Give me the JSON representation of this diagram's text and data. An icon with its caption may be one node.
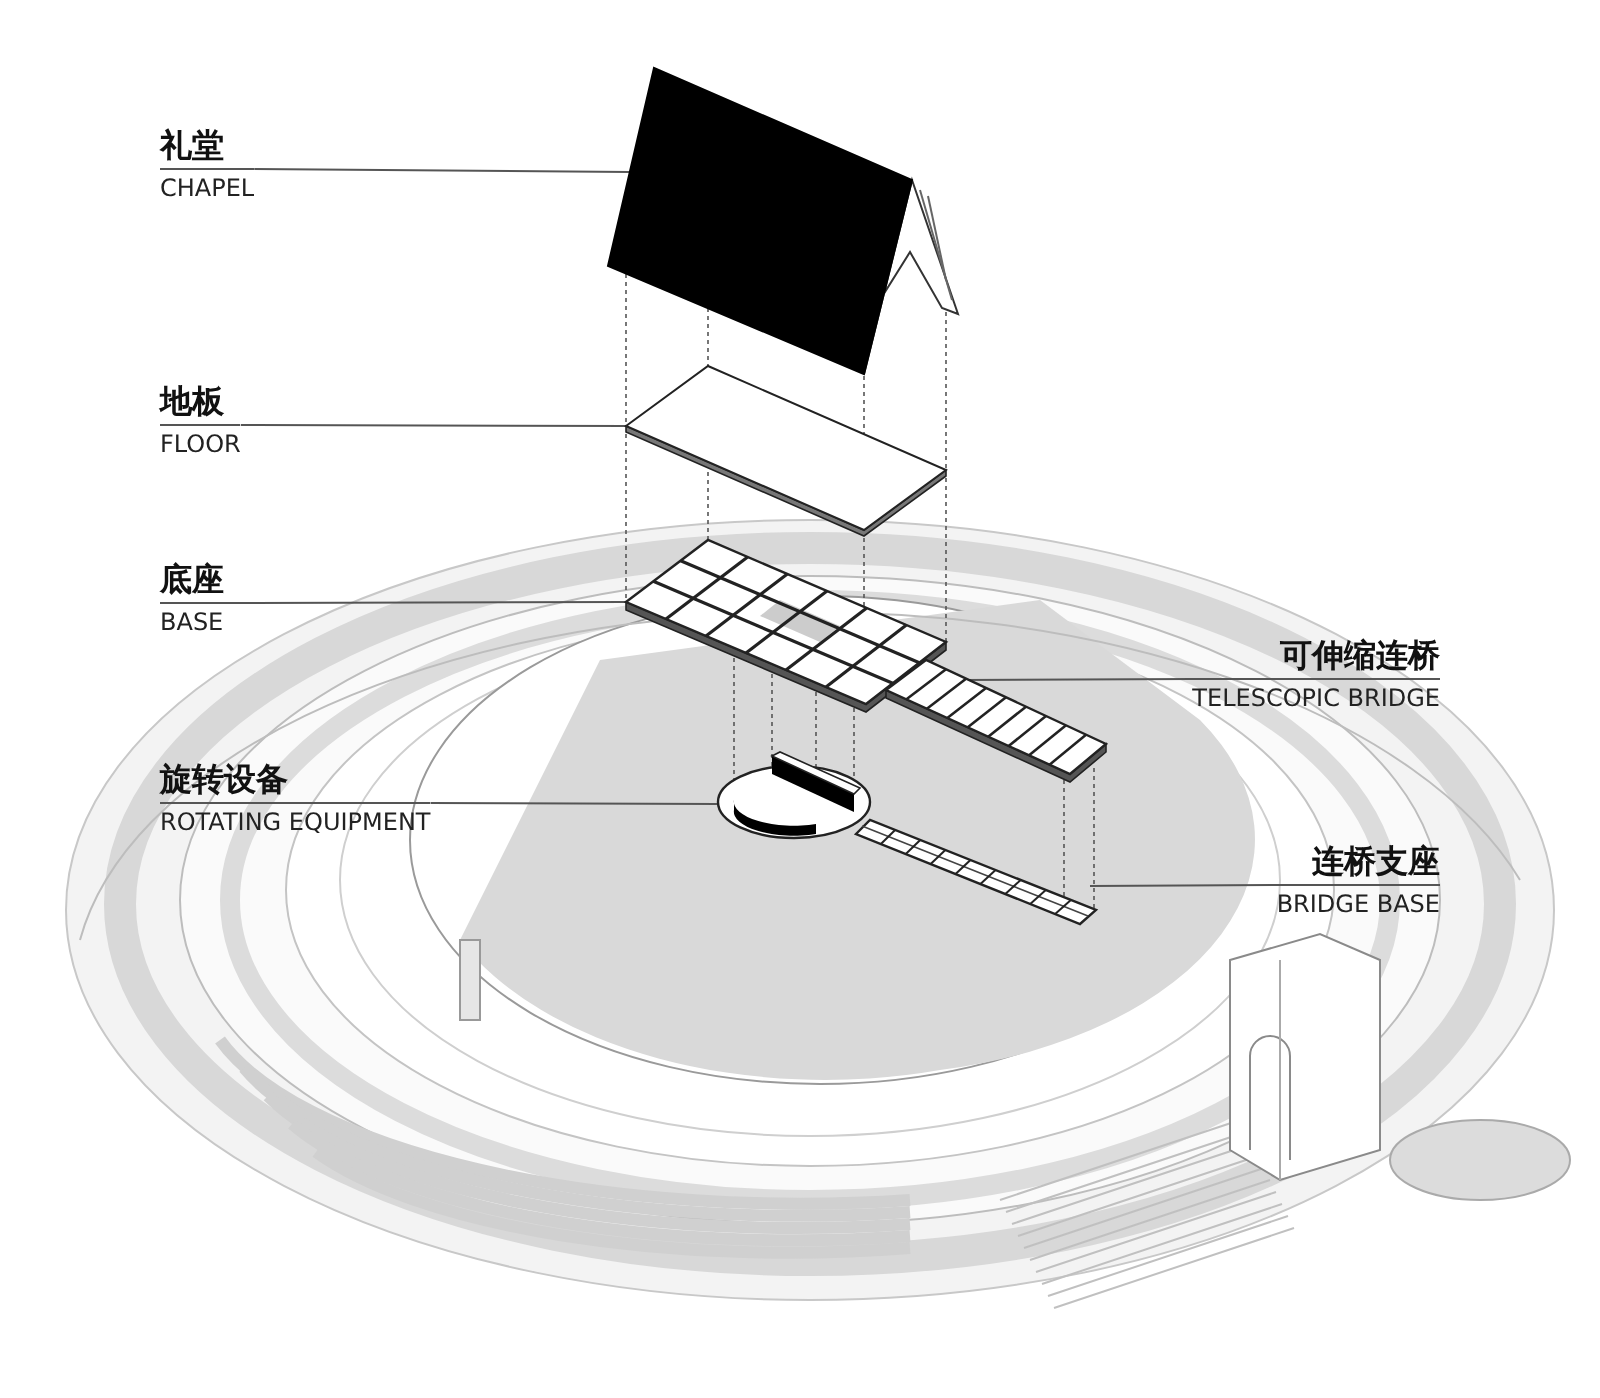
{
  "diagram": {
    "nodes": [
      {
        "text": [
          "礼堂",
          "CHAPEL"
        ]
      },
      {
        "text": [],
        "shape": "picture"
      },
      {
        "text": [
          "地板",
          "FLOOR"
        ]
      },
      {
        "text": [],
        "shape": "picture"
      },
      {
        "text": [
          "底座",
          "BASE"
        ]
      },
      {
        "text": [],
        "shape": "picture"
      },
      {
        "text": [
          "可伸缩连桥",
          "TELESCOPIC BRIDGE"
        ]
      },
      {
        "text": [],
        "shape": "picture"
      },
      {
        "text": [
          "旋转设备",
          "ROTATING EQUIPMENT"
        ]
      },
      {
        "text": [],
        "shape": "picture"
      },
      {
        "text": [
          "连桥支座",
          "BRIDGE BASE"
        ]
      },
      {
        "text": [],
        "shape": "picture"
      }
    ],
    "edges": [
      {
        "from": 0,
        "to": 1,
        "arrow": "none"
      },
      {
        "from": 2,
        "to": 3,
        "arrow": "none"
      },
      {
        "from": 4,
        "to": 5,
        "arrow": "none"
      },
      {
        "from": 6,
        "to": 7,
        "arrow": "none"
      },
      {
        "from": 8,
        "to": 9,
        "arrow": "none"
      },
      {
        "from": 10,
        "to": 11,
        "arrow": "none"
      },
      {
        "from": 1,
        "to": 3,
        "arrow": "none",
        "style": "dashed"
      },
      {
        "from": 1,
        "to": 3,
        "arrow": "none",
        "style": "dashed"
      },
      {
        "from": 1,
        "to": 3,
        "arrow": "none",
        "style": "dashed"
      },
      {
        "from": 1,
        "to": 3,
        "arrow": "none",
        "style": "dashed"
      },
      {
        "from": 3,
        "to": 5,
        "arrow": "none",
        "style": "dashed"
      },
      {
        "from": 3,
        "to": 5,
        "arrow": "none",
        "style": "dashed"
      },
      {
        "from": 3,
        "to": 5,
        "arrow": "none",
        "style": "dashed"
      },
      {
        "from": 3,
        "to": 5,
        "arrow": "none",
        "style": "dashed"
      },
      {
        "from": 5,
        "to": 9,
        "arrow": "none",
        "style": "dashed"
      },
      {
        "from": 5,
        "to": 9,
        "arrow": "none",
        "style": "dashed"
      },
      {
        "from": 5,
        "to": 9,
        "arrow": "none",
        "style": "dashed"
      },
      {
        "from": 5,
        "to": 9,
        "arrow": "none",
        "style": "dashed"
      },
      {
        "from": 7,
        "to": 11,
        "arrow": "none",
        "style": "dashed"
      },
      {
        "from": 7,
        "to": 11,
        "arrow": "none",
        "style": "dashed"
      }
    ]
  }
}
